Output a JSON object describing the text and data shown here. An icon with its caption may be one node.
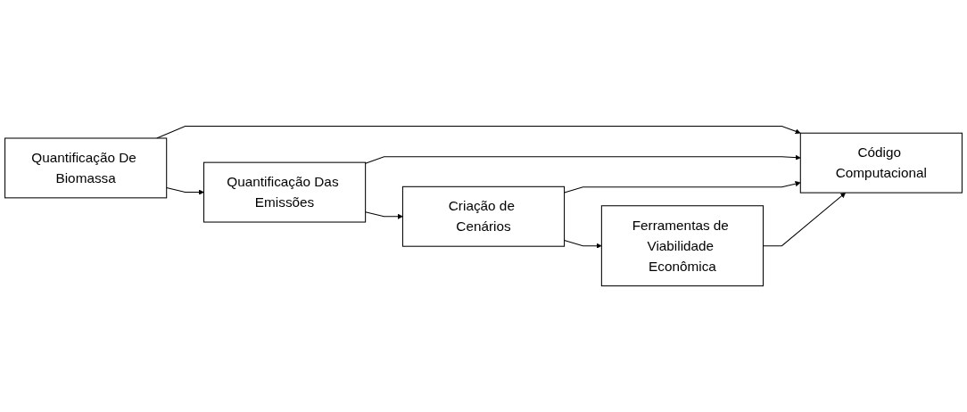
{
  "diagram": {
    "nodes": [
      {
        "text": [
          "Quantificação De Biomassa"
        ]
      },
      {
        "text": [
          "Quantificação Das Emissões"
        ]
      },
      {
        "text": [
          "Criação de Cenários"
        ]
      },
      {
        "text": [
          "Ferramentas de Viabilidade Econômica"
        ]
      },
      {
        "text": [
          "Código Computacional"
        ]
      }
    ],
    "edges": [
      {
        "from": 0,
        "to": 1,
        "arrow": "to"
      },
      {
        "from": 1,
        "to": 2,
        "arrow": "to"
      },
      {
        "from": 2,
        "to": 3,
        "arrow": "to"
      },
      {
        "from": 0,
        "to": 4,
        "arrow": "to"
      },
      {
        "from": 1,
        "to": 4,
        "arrow": "to"
      },
      {
        "from": 2,
        "to": 4,
        "arrow": "to"
      },
      {
        "from": 3,
        "to": 4,
        "arrow": "to"
      }
    ]
  }
}
